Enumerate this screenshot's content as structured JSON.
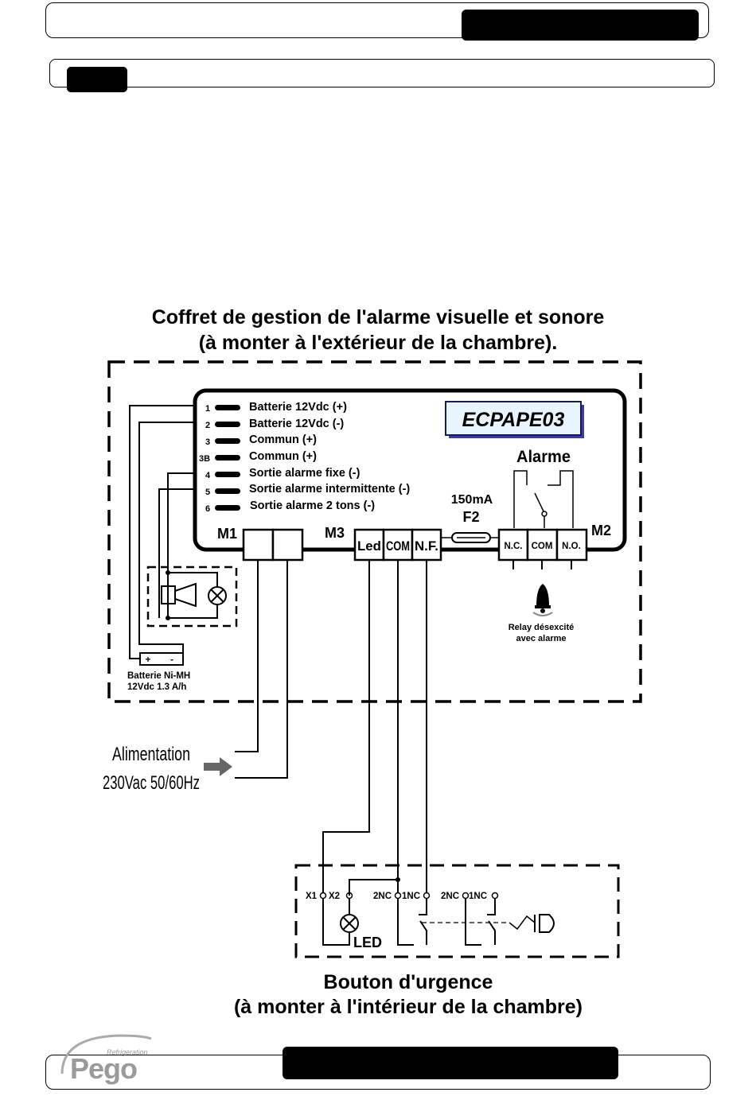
{
  "diagram": {
    "title_line1": "Coffret de gestion de l'alarme visuelle et sonore",
    "title_line2": "(à monter à l'extérieur de la chambre).",
    "model": "ECPAPE03",
    "terminals": [
      {
        "num": "1",
        "label": "Batterie 12Vdc (+)"
      },
      {
        "num": "2",
        "label": "Batterie 12Vdc (-)"
      },
      {
        "num": "3",
        "label": "Commun (+)"
      },
      {
        "num": "3B",
        "label": "Commun (+)"
      },
      {
        "num": "4",
        "label": "Sortie alarme fixe (-)"
      },
      {
        "num": "5",
        "label": "Sortie alarme intermittente (-)"
      },
      {
        "num": "6",
        "label": "Sortie alarme 2 tons (-)"
      }
    ],
    "connectors": {
      "m1": "M1",
      "m3": "M3",
      "m2": "M2",
      "m3_terms": [
        "Led",
        "COM",
        "N.F."
      ],
      "m2_terms": [
        "N.C.",
        "COM",
        "N.O."
      ]
    },
    "alarm_label": "Alarme",
    "fuse_rating": "150mA",
    "fuse_name": "F2",
    "relay_note_line1": "Relay désexcité",
    "relay_note_line2": "avec alarme",
    "battery_line1": "Batterie Ni-MH",
    "battery_line2": "12Vdc 1.3 A/h",
    "battery_plus": "+",
    "battery_minus": "-",
    "power_line1": "Alimentation",
    "power_line2": "230Vac 50/60Hz",
    "button_terms": [
      "X1",
      "X2",
      "2NC",
      "1NC",
      "2NC",
      "1NC"
    ],
    "led_label": "LED",
    "button_title_line1": "Bouton d'urgence",
    "button_title_line2": "(à monter à l'intérieur de la chambre)"
  },
  "footer": {
    "logo_text": "Pego",
    "logo_sub": "Refrigeration"
  }
}
